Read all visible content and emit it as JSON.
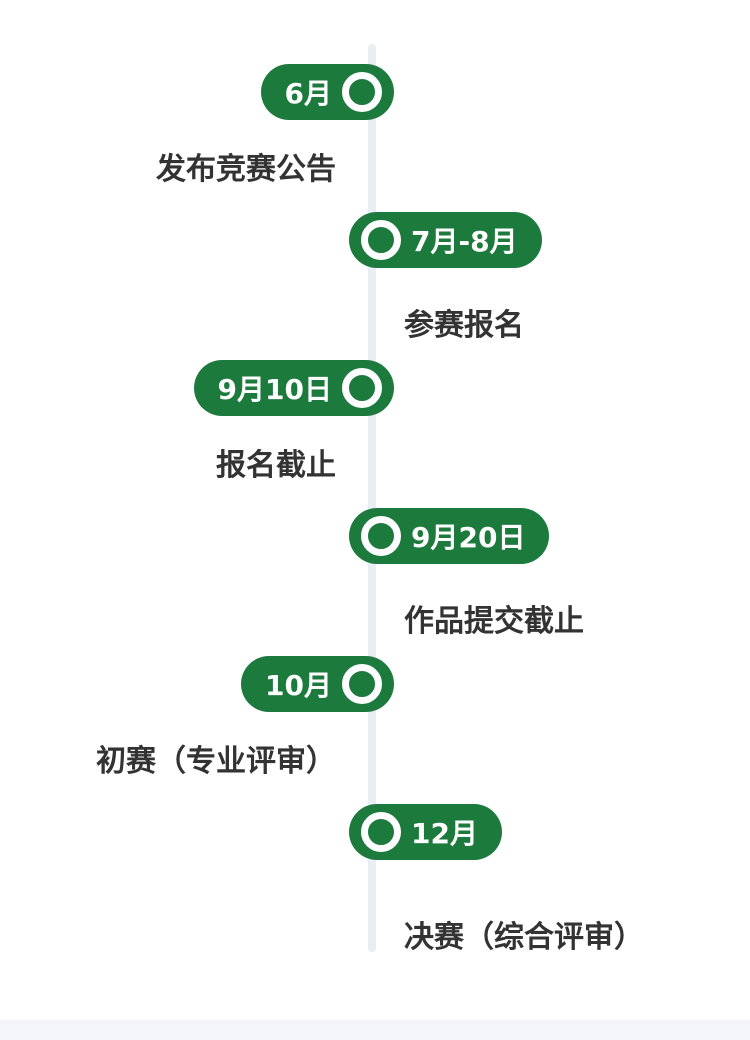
{
  "events": [
    {
      "date": "6月",
      "label": "发布竞赛公告"
    },
    {
      "date": "7月-8月",
      "label": "参赛报名"
    },
    {
      "date": "9月10日",
      "label": "报名截止"
    },
    {
      "date": "9月20日",
      "label": "作品提交截止"
    },
    {
      "date": "10月",
      "label": "初赛（专业评审）"
    },
    {
      "date": "12月",
      "label": "决赛（综合评审）"
    }
  ],
  "colors": {
    "accent": "#1d7a3d",
    "axis": "#e9edf4",
    "text": "#333333"
  },
  "icons": {
    "marker": "ring-dot-icon"
  }
}
